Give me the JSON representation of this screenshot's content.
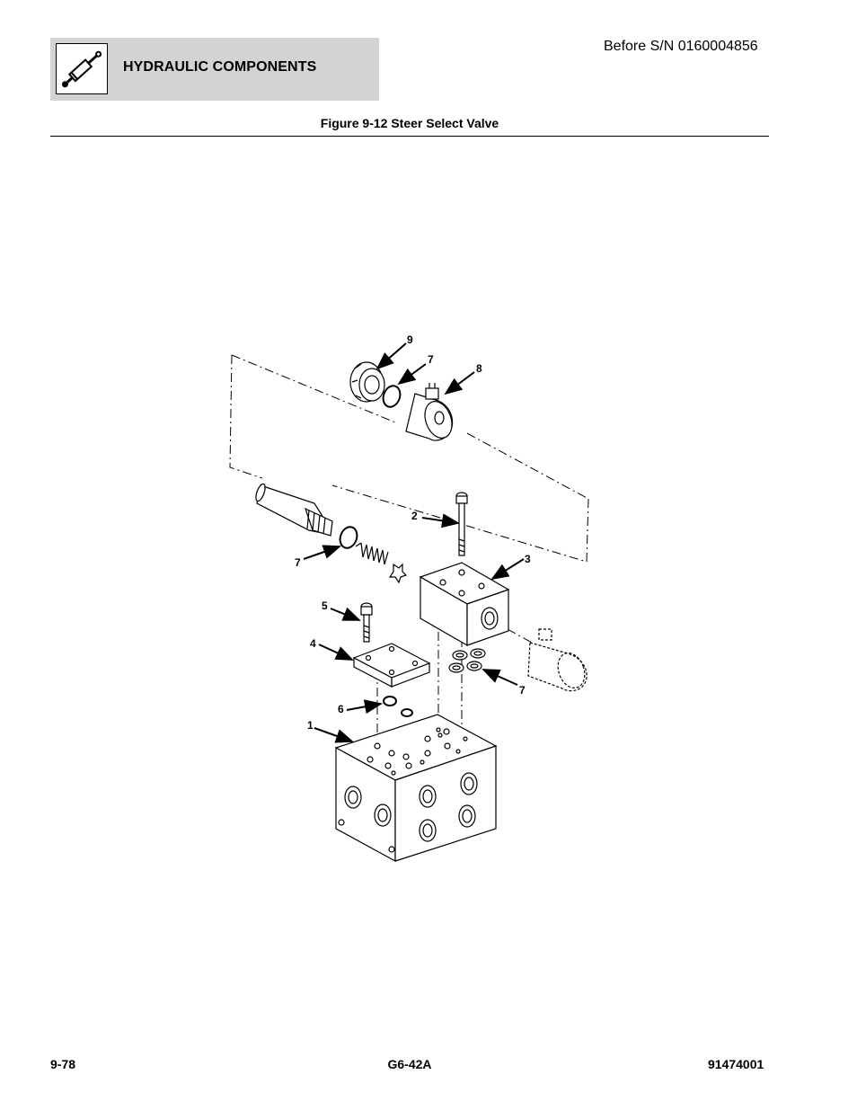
{
  "header": {
    "section_title": "HYDRAULIC COMPONENTS",
    "icon": "hydraulic-cylinder-icon",
    "serial_note": "Before S/N 0160004856"
  },
  "figure": {
    "title": "Figure 9-12 Steer Select Valve",
    "callouts": {
      "c9": "9",
      "c7_top": "7",
      "c8": "8",
      "c2": "2",
      "c3": "3",
      "c7_left": "7",
      "c5": "5",
      "c4": "4",
      "c7_right": "7",
      "c6": "6",
      "c1": "1"
    }
  },
  "footer": {
    "page_number": "9-78",
    "model": "G6-42A",
    "part_number": "91474001"
  }
}
